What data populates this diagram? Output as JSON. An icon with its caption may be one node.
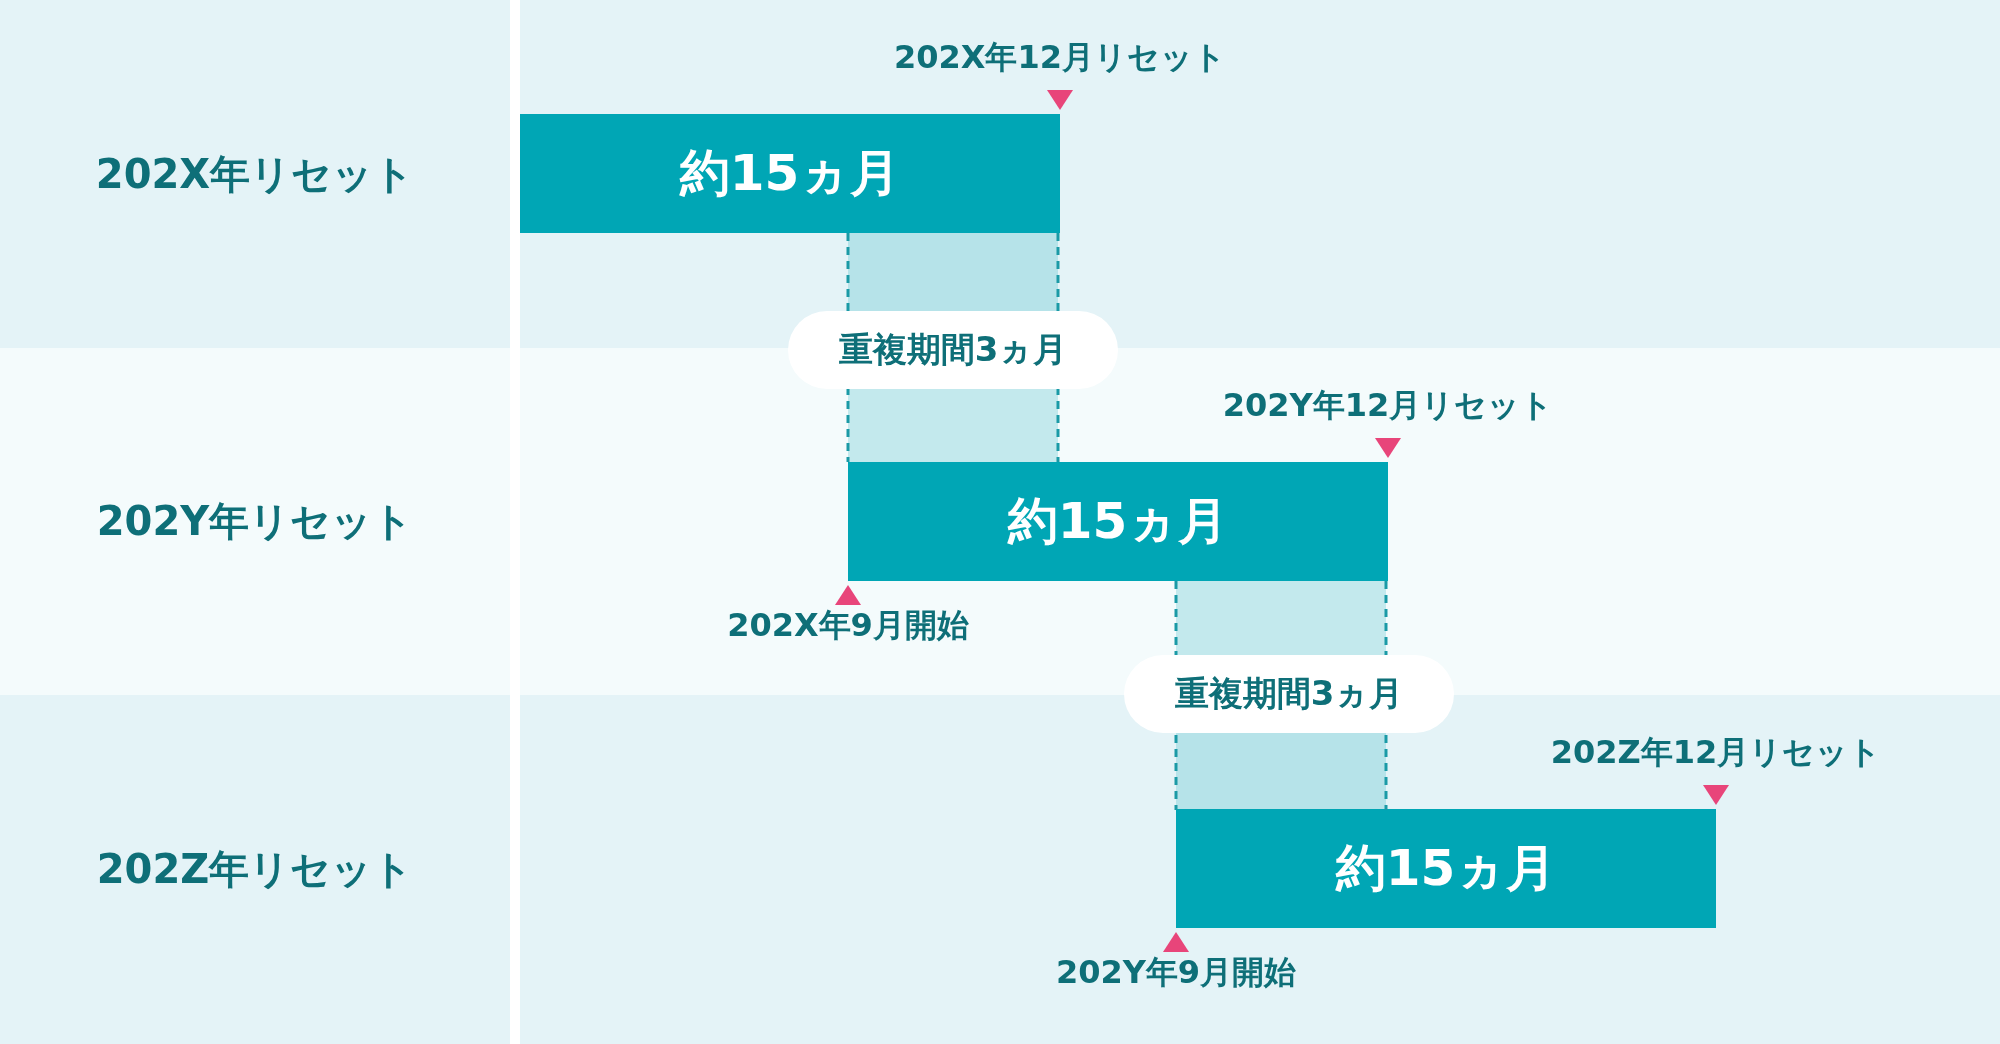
{
  "diagram": {
    "nodes": [
      {
        "text": [
          "202X年リセット"
        ]
      },
      {
        "text": [
          "202Y年リセット"
        ]
      },
      {
        "text": [
          "202Z年リセット"
        ]
      },
      {
        "text": [
          "約15ヵ月"
        ],
        "in": 0,
        "beside": [
          "202X年12月リセット"
        ]
      },
      {
        "text": [
          "約15ヵ月"
        ],
        "in": 1,
        "beside": [
          "202Y年12月リセット",
          "202X年9月開始"
        ]
      },
      {
        "text": [
          "約15ヵ月"
        ],
        "in": 2,
        "beside": [
          "202Z年12月リセット",
          "202Y年9月開始"
        ]
      },
      {
        "text": [
          "重複期間3ヵ月"
        ]
      },
      {
        "text": [
          "重複期間3ヵ月"
        ]
      }
    ]
  }
}
